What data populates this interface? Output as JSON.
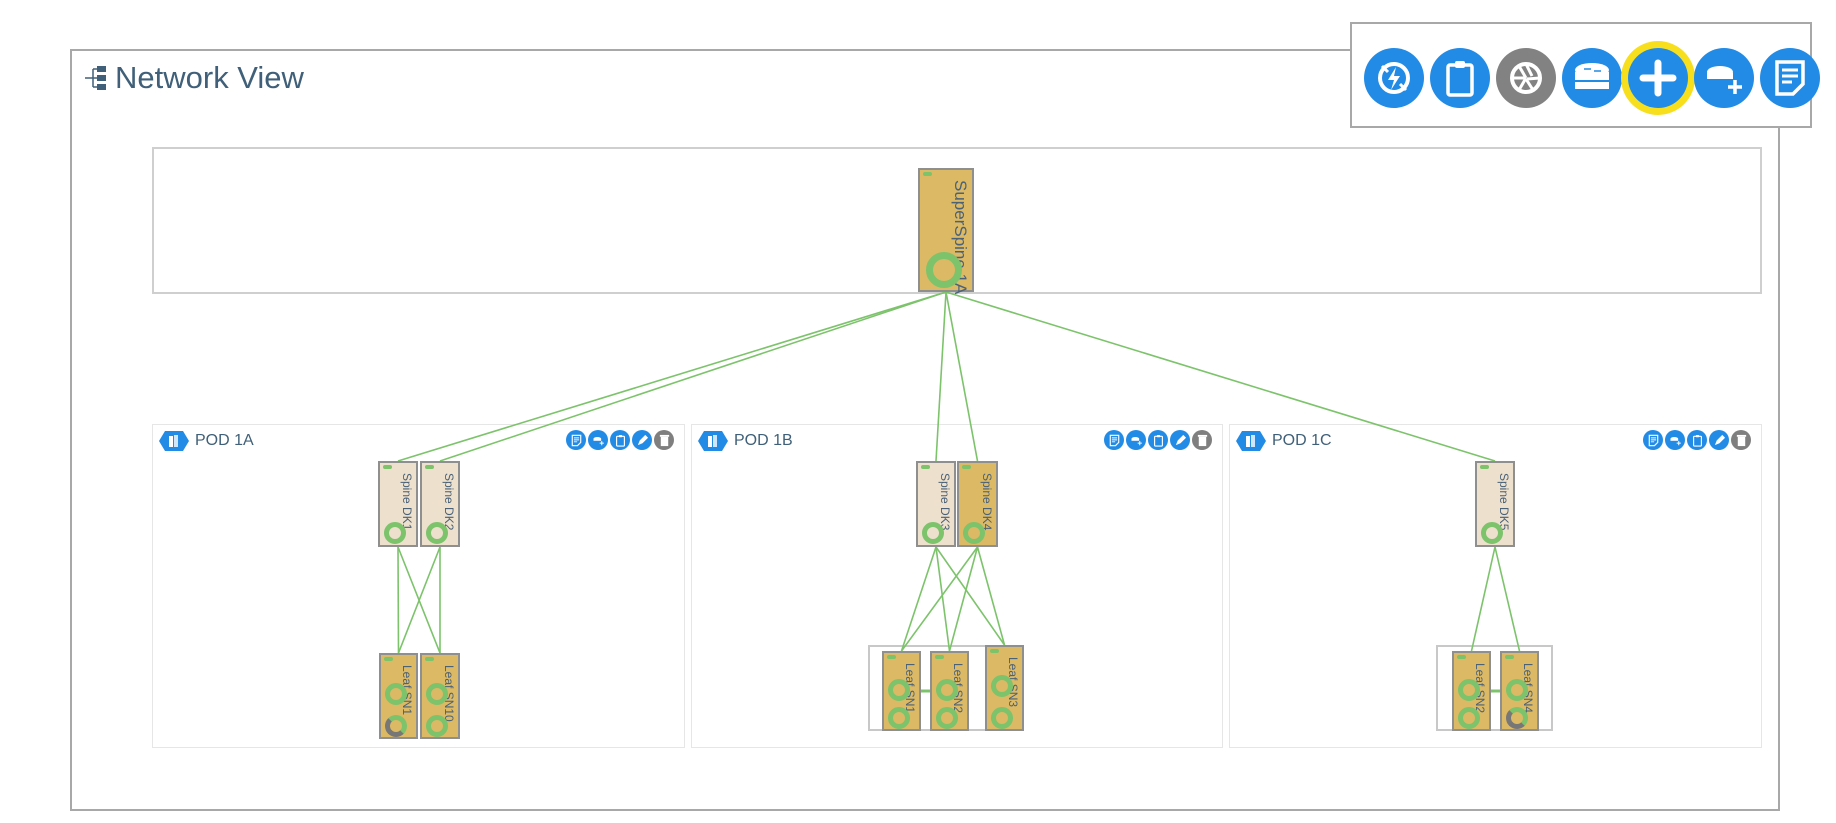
{
  "header": {
    "title": "Network View"
  },
  "toolbar": {
    "buttons": [
      {
        "name": "disable-power-icon",
        "color": "#228be6"
      },
      {
        "name": "clipboard-icon",
        "color": "#228be6"
      },
      {
        "name": "aperture-icon",
        "color": "#828282"
      },
      {
        "name": "router-stack-icon",
        "color": "#228be6"
      },
      {
        "name": "plus-icon",
        "color": "#228be6",
        "selected": true
      },
      {
        "name": "add-router-icon",
        "color": "#228be6"
      },
      {
        "name": "report-icon",
        "color": "#228be6"
      }
    ]
  },
  "colors": {
    "accent": "#228be6",
    "link": "#7cc36b",
    "highlight": "#f7df1e",
    "node_gold": "#dcb964",
    "node_light": "#ede0cc"
  },
  "superspine": {
    "id": "ss1a",
    "name": "SuperSpine 1A",
    "style": "gold",
    "rings": [
      "ok"
    ]
  },
  "pods": [
    {
      "label": "POD 1A"
    },
    {
      "label": "POD 1B"
    },
    {
      "label": "POD 1C"
    }
  ],
  "pod_actions": [
    "report-icon",
    "add-router-icon",
    "clipboard-icon",
    "edit-icon",
    "trash-icon"
  ],
  "nodes": [
    {
      "id": "dk1",
      "name": "Spine DK1",
      "style": "light",
      "rings": [
        "ok"
      ]
    },
    {
      "id": "dk2",
      "name": "Spine DK2",
      "style": "light",
      "rings": [
        "ok"
      ]
    },
    {
      "id": "dk3",
      "name": "Spine DK3",
      "style": "light",
      "rings": [
        "ok"
      ]
    },
    {
      "id": "dk4",
      "name": "Spine DK4",
      "style": "gold",
      "rings": [
        "ok"
      ]
    },
    {
      "id": "dk5",
      "name": "Spine DK5",
      "style": "light",
      "rings": [
        "ok"
      ]
    },
    {
      "id": "a_sn1",
      "name": "Leaf SN1",
      "style": "gold",
      "rings": [
        "ok",
        "warn"
      ]
    },
    {
      "id": "a_sn10",
      "name": "Leaf SN10",
      "style": "gold",
      "rings": [
        "ok",
        "ok"
      ]
    },
    {
      "id": "b_sn1",
      "name": "Leaf SN1",
      "style": "gold",
      "rings": [
        "ok",
        "ok"
      ]
    },
    {
      "id": "b_sn2",
      "name": "Leaf SN2",
      "style": "gold",
      "rings": [
        "ok",
        "ok"
      ]
    },
    {
      "id": "b_sn3",
      "name": "Leaf SN3",
      "style": "gold",
      "rings": [
        "ok",
        "ok"
      ]
    },
    {
      "id": "c_sn2",
      "name": "Leaf SN2",
      "style": "gold",
      "rings": [
        "ok",
        "ok"
      ]
    },
    {
      "id": "c_sn4",
      "name": "Leaf SN4",
      "style": "gold",
      "rings": [
        "ok",
        "warn"
      ]
    }
  ],
  "links": [
    [
      "ss1a",
      "dk1"
    ],
    [
      "ss1a",
      "dk2"
    ],
    [
      "ss1a",
      "dk3"
    ],
    [
      "ss1a",
      "dk4"
    ],
    [
      "ss1a",
      "dk5"
    ],
    [
      "dk1",
      "a_sn1"
    ],
    [
      "dk1",
      "a_sn10"
    ],
    [
      "dk2",
      "a_sn1"
    ],
    [
      "dk2",
      "a_sn10"
    ],
    [
      "dk3",
      "b_sn1"
    ],
    [
      "dk3",
      "b_sn2"
    ],
    [
      "dk3",
      "b_sn3"
    ],
    [
      "dk4",
      "b_sn1"
    ],
    [
      "dk4",
      "b_sn2"
    ],
    [
      "dk4",
      "b_sn3"
    ],
    [
      "dk5",
      "c_sn2"
    ],
    [
      "dk5",
      "c_sn4"
    ]
  ],
  "peer_links": [
    [
      "b_sn1",
      "b_sn2"
    ],
    [
      "c_sn2",
      "c_sn4"
    ]
  ]
}
